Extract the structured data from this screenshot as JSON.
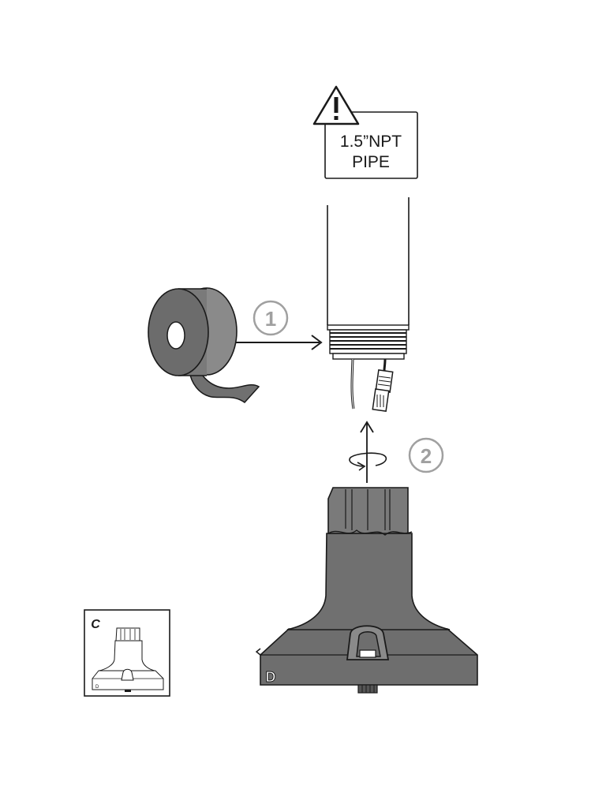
{
  "warning_label": {
    "line1": "1.5”NPT",
    "line2": "PIPE",
    "icon": "warning-triangle-icon"
  },
  "steps": [
    {
      "number": "1"
    },
    {
      "number": "2"
    }
  ],
  "inset": {
    "letter": "C"
  },
  "mount": {
    "letter": "D"
  },
  "colors": {
    "line": "#1a1a1a",
    "fill_dark": "#6e6e6e",
    "fill_mid": "#888888",
    "fill_light": "#9a9a9a",
    "step_circle": "#a0a0a0"
  }
}
